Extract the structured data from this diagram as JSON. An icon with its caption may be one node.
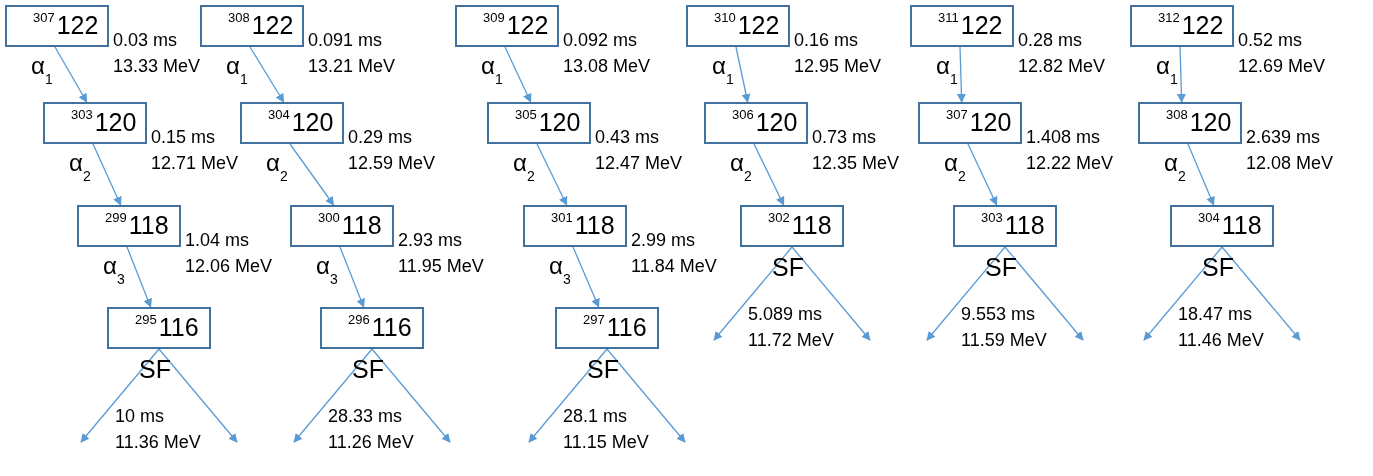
{
  "diagram": {
    "nodes": [
      {
        "text": [
          "$^{307}$122"
        ],
        "beside": [
          "0.03 ms",
          "13.33 MeV"
        ]
      },
      {
        "text": [
          "$^{303}$120"
        ],
        "beside": [
          "0.15 ms",
          "12.71 MeV"
        ]
      },
      {
        "text": [
          "$^{299}$118"
        ],
        "beside": [
          "1.04 ms",
          "12.06 MeV"
        ]
      },
      {
        "text": [
          "$^{295}$116"
        ],
        "beside": [
          "SF",
          "10 ms",
          "11.36 MeV"
        ]
      },
      {
        "text": [
          "$^{308}$122"
        ],
        "beside": [
          "0.091 ms",
          "13.21 MeV"
        ]
      },
      {
        "text": [
          "$^{304}$120"
        ],
        "beside": [
          "0.29 ms",
          "12.59 MeV"
        ]
      },
      {
        "text": [
          "$^{300}$118"
        ],
        "beside": [
          "2.93 ms",
          "11.95 MeV"
        ]
      },
      {
        "text": [
          "$^{296}$116"
        ],
        "beside": [
          "SF",
          "28.33 ms",
          "11.26 MeV"
        ]
      },
      {
        "text": [
          "$^{309}$122"
        ],
        "beside": [
          "0.092 ms",
          "13.08 MeV"
        ]
      },
      {
        "text": [
          "$^{305}$120"
        ],
        "beside": [
          "0.43 ms",
          "12.47 MeV"
        ]
      },
      {
        "text": [
          "$^{301}$118"
        ],
        "beside": [
          "2.99 ms",
          "11.84 MeV"
        ]
      },
      {
        "text": [
          "$^{297}$116"
        ],
        "beside": [
          "SF",
          "28.1 ms",
          "11.15 MeV"
        ]
      },
      {
        "text": [
          "$^{310}$122"
        ],
        "beside": [
          "0.16 ms",
          "12.95 MeV"
        ]
      },
      {
        "text": [
          "$^{306}$120"
        ],
        "beside": [
          "0.73 ms",
          "12.35 MeV"
        ]
      },
      {
        "text": [
          "$^{302}$118"
        ],
        "beside": [
          "SF",
          "5.089 ms",
          "11.72 MeV"
        ]
      },
      {
        "text": [
          "$^{311}$122"
        ],
        "beside": [
          "0.28 ms",
          "12.82 MeV"
        ]
      },
      {
        "text": [
          "$^{307}$120"
        ],
        "beside": [
          "1.408 ms",
          "12.22 MeV"
        ]
      },
      {
        "text": [
          "$^{303}$118"
        ],
        "beside": [
          "SF",
          "9.553 ms",
          "11.59 MeV"
        ]
      },
      {
        "text": [
          "$^{312}$122"
        ],
        "beside": [
          "0.52 ms",
          "12.69 MeV"
        ]
      },
      {
        "text": [
          "$^{308}$120"
        ],
        "beside": [
          "2.639 ms",
          "12.08 MeV"
        ]
      },
      {
        "text": [
          "$^{304}$118"
        ],
        "beside": [
          "SF",
          "18.47 ms",
          "11.46 MeV"
        ]
      }
    ],
    "edges": [
      {
        "from": 0,
        "to": 1,
        "arrow": "to",
        "label": "α$_{1}$"
      },
      {
        "from": 1,
        "to": 2,
        "arrow": "to",
        "label": "α$_{2}$"
      },
      {
        "from": 2,
        "to": 3,
        "arrow": "to",
        "label": "α$_{3}$"
      },
      {
        "from": 3,
        "to": null,
        "arrow": "to"
      },
      {
        "from": 3,
        "to": null,
        "arrow": "to"
      },
      {
        "from": 4,
        "to": 5,
        "arrow": "to",
        "label": "α$_{1}$"
      },
      {
        "from": 5,
        "to": 6,
        "arrow": "to",
        "label": "α$_{2}$"
      },
      {
        "from": 6,
        "to": 7,
        "arrow": "to",
        "label": "α$_{3}$"
      },
      {
        "from": 7,
        "to": null,
        "arrow": "to"
      },
      {
        "from": 7,
        "to": null,
        "arrow": "to"
      },
      {
        "from": 8,
        "to": 9,
        "arrow": "to",
        "label": "α$_{1}$"
      },
      {
        "from": 9,
        "to": 10,
        "arrow": "to",
        "label": "α$_{2}$"
      },
      {
        "from": 10,
        "to": 11,
        "arrow": "to",
        "label": "α$_{3}$"
      },
      {
        "from": 11,
        "to": null,
        "arrow": "to"
      },
      {
        "from": 11,
        "to": null,
        "arrow": "to"
      },
      {
        "from": 12,
        "to": 13,
        "arrow": "to",
        "label": "α$_{1}$"
      },
      {
        "from": 13,
        "to": 14,
        "arrow": "to",
        "label": "α$_{2}$"
      },
      {
        "from": 14,
        "to": null,
        "arrow": "to"
      },
      {
        "from": 14,
        "to": null,
        "arrow": "to"
      },
      {
        "from": 15,
        "to": 16,
        "arrow": "to",
        "label": "α$_{1}$"
      },
      {
        "from": 16,
        "to": 17,
        "arrow": "to",
        "label": "α$_{2}$"
      },
      {
        "from": 17,
        "to": null,
        "arrow": "to"
      },
      {
        "from": 17,
        "to": null,
        "arrow": "to"
      },
      {
        "from": 18,
        "to": 19,
        "arrow": "to",
        "label": "α$_{1}$"
      },
      {
        "from": 19,
        "to": 20,
        "arrow": "to",
        "label": "α$_{2}$"
      },
      {
        "from": 20,
        "to": null,
        "arrow": "to"
      },
      {
        "from": 20,
        "to": null,
        "arrow": "to"
      }
    ]
  }
}
